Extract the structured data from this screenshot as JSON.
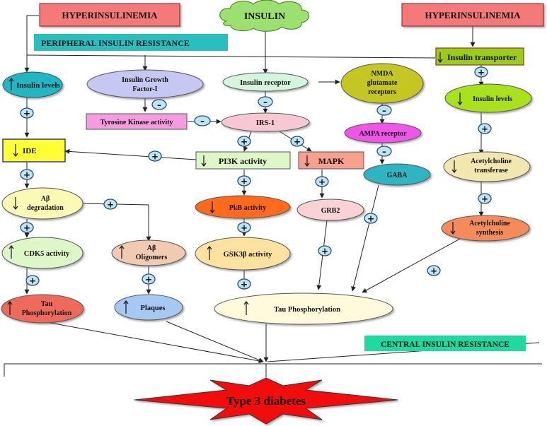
{
  "diagram": {
    "top": {
      "hyperinsulinemia_left": "HYPERINSULINEMIA",
      "insulin": "INSULIN",
      "hyperinsulinemia_right": "HYPERINSULINEMIA",
      "peripheral_insulin_resistance": "PERIPHERAL  INSULIN RESISTANCE"
    },
    "left_column": {
      "insulin_levels": "Insulin levels",
      "ide": "IDE",
      "abeta_degradation": [
        "Aβ",
        "degradation"
      ],
      "cdk5_activity": "CDK5  activity",
      "tau_phosphorylation": [
        "Tau",
        "Phosphorylation"
      ]
    },
    "igf_column": {
      "insulin_growth_factor": [
        "Insulin Growth",
        "Factor-I"
      ],
      "tyrosine_kinase_activity": "Tyrosine  Kinase activity",
      "abeta_oligomers": [
        "Aβ",
        "Oligomers"
      ],
      "plaques": "Plaques"
    },
    "center_column": {
      "insulin_receptor": "Insulin receptor",
      "irs1": "IRS-1",
      "pi3k_activity": "PI3K activity",
      "pkb_activity": "PkB activity",
      "gsk3b_activity": "GSK3β  activity",
      "mapk": "MAPK",
      "grb2": "GRB2",
      "tau_phosphorylation_center": "Tau Phosphorylation"
    },
    "nmda_column": {
      "nmda_receptors": [
        "NMDA",
        "glutamate",
        "receptors"
      ],
      "ampa_receptor": "AMPA  receptor",
      "gaba": "GABA"
    },
    "right_column": {
      "insulin_transporter": "Insulin transporter",
      "insulin_levels_right": "Insulin levels",
      "acetylcholine_transferase": [
        "Acetylcholine",
        "transferase"
      ],
      "acetylcholine_synthesis": [
        "Acetylcholine",
        "synthesis"
      ]
    },
    "bottom": {
      "central_insulin_resistance": "CENTRAL INSULIN RESISTANCE",
      "type3_diabetes": "Type 3 diabetes"
    },
    "signs": {
      "plus": "+",
      "minus": "–"
    },
    "colors": {
      "hyper_fill": "#F47A7A",
      "insulin_cloud": "#9CE070",
      "peripheral_bar": "#2ABFBF",
      "teal": "#22B6C2",
      "lavender": "#C7C7F3",
      "tyrosine": "#F59BE0",
      "mint": "#D5F5DE",
      "pink_light": "#F8C8D2",
      "yellow_bright": "#FFFF33",
      "pale_yellow": "#FAFAB4",
      "pale_green": "#DDF7C6",
      "salmon": "#F7A08B",
      "orange": "#FF6B1A",
      "peach": "#FFE1A0",
      "light_pink": "#F8D2D4",
      "olive": "#C6C624",
      "magenta": "#EE55E8",
      "teal_gaba": "#2FB4C2",
      "green_transporter": "#9CCB1A",
      "lime": "#A8E21E",
      "sand": "#F3E7B0",
      "coral": "#F38C5A",
      "red_tau": "#F06B5C",
      "tan": "#F0CBB1",
      "sky": "#A5C9F3",
      "cream": "#FFFADC",
      "central_bar": "#1ED9A0",
      "star_red": "#F20A0A"
    }
  }
}
